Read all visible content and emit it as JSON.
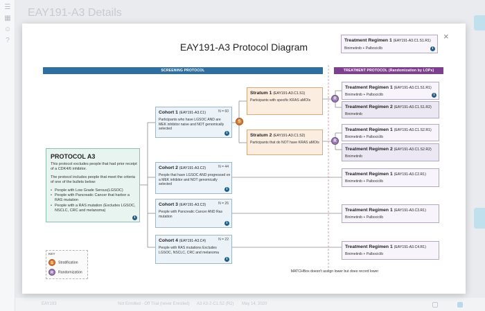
{
  "app": {
    "page_title": "EAY191-A3 Details",
    "footer_row": {
      "id": "EAY193",
      "status": "Not Enrolled - Off Trial (never Enrolled)",
      "assignment": "A3 A3-2-C1.S2 (R2)",
      "date": "May 14, 2020"
    }
  },
  "modal": {
    "title": "EAY191-A3 Protocol Diagram",
    "close_label": "×",
    "screening_banner": "SCREENING PROTOCOL",
    "treatment_banner": "TREATMENT PROTOCOL (Randomization by LOPs)",
    "header_regimen": {
      "name": "Treatment Regimen 1",
      "code": "(EAY191-A3.C1.S1.R1)",
      "drugs": "Binimetinib + Palbociclib"
    },
    "protocol": {
      "title": "PROTOCOL A3",
      "text1": "This protocol excludes people that had prior receipt of a CDK4/6 inhibitor.",
      "text2": "The protocol includes people that meet the criteria of one of the bullets below:",
      "bullets": [
        "People with Low Grade Serous(LGSOC)",
        "People with Pancreatic Cancer that harbor a RAS mutation",
        "People with a RAS mutation (Excludes LGSOC, NSCLC, CRC and melanoma)"
      ]
    },
    "cohorts": [
      {
        "name": "Cohort 1",
        "code": "(EAY191-A3.C1)",
        "n": "N = 60",
        "text": "Participants who have LGSOC AND are MEK inhibitor naive and NOT genomically selected"
      },
      {
        "name": "Cohort 2",
        "code": "(EAY191-A3.C2)",
        "n": "N = 44",
        "text": "People that have LGSOC AND progressed on a MEK inhibitor and NOT genomically selected"
      },
      {
        "name": "Cohort 3",
        "code": "(EAY191-A3.C3)",
        "n": "N = 26",
        "text": "People with Pancreatic Cancer AND Ras mutation"
      },
      {
        "name": "Cohort 4",
        "code": "(EAY191-A3.C4)",
        "n": "N = 22",
        "text": "People with RAS mutations Excludes LGSOC, NSCLC, CRC and melanoma"
      }
    ],
    "strata": [
      {
        "name": "Stratum 1",
        "code": "(EAY191-A3.C1.S1)",
        "text": "Participants with specific KRAS aMOIs"
      },
      {
        "name": "Stratum 2",
        "code": "(EAY191-A3.C1.S2)",
        "text": "Participants that do NOT have KRAS aMOIs"
      }
    ],
    "regimens": [
      {
        "name": "Treatment Regimen 1",
        "code": "(EAY191-A3.C1.S1.R1)",
        "drugs": "Binimetinib + Palbociclib"
      },
      {
        "name": "Treatment Regimen 2",
        "code": "(EAY191-A3.C1.S1.R2)",
        "drugs": "Binimetinib"
      },
      {
        "name": "Treatment Regimen 1",
        "code": "(EAY191-A3.C1.S2.R1)",
        "drugs": "Binimetinib + Palbociclib"
      },
      {
        "name": "Treatment Regimen 2",
        "code": "(EAY191-A3.C1.S2.R2)",
        "drugs": "Binimetinib"
      },
      {
        "name": "Treatment Regimen 1",
        "code": "(EAY191-A3.C2.R1)",
        "drugs": "Binimetinib + Palbociclib"
      },
      {
        "name": "Treatment Regimen 1",
        "code": "(EAY191-A3.C3.R1)",
        "drugs": "Binimetinib + Palbociclib"
      },
      {
        "name": "Treatment Regimen 1",
        "code": "(EAY191-A3.C4.R1)",
        "drugs": "Binimetinib + Palbociclib"
      }
    ],
    "legend": {
      "title": "KEY",
      "stratification_symbol": "S",
      "stratification_label": "Stratification",
      "randomization_symbol": "R",
      "randomization_label": "Randomization"
    },
    "footnote": "MATCHBox doesn't assign lower but does record lower",
    "info_symbol": "i"
  },
  "colors": {
    "screening_banner": "#2f6f9f",
    "treatment_banner": "#7e3f8f",
    "stratification": "#df7b2c",
    "randomization": "#9a7ab4",
    "dashed_divider": "#d98ba0"
  }
}
